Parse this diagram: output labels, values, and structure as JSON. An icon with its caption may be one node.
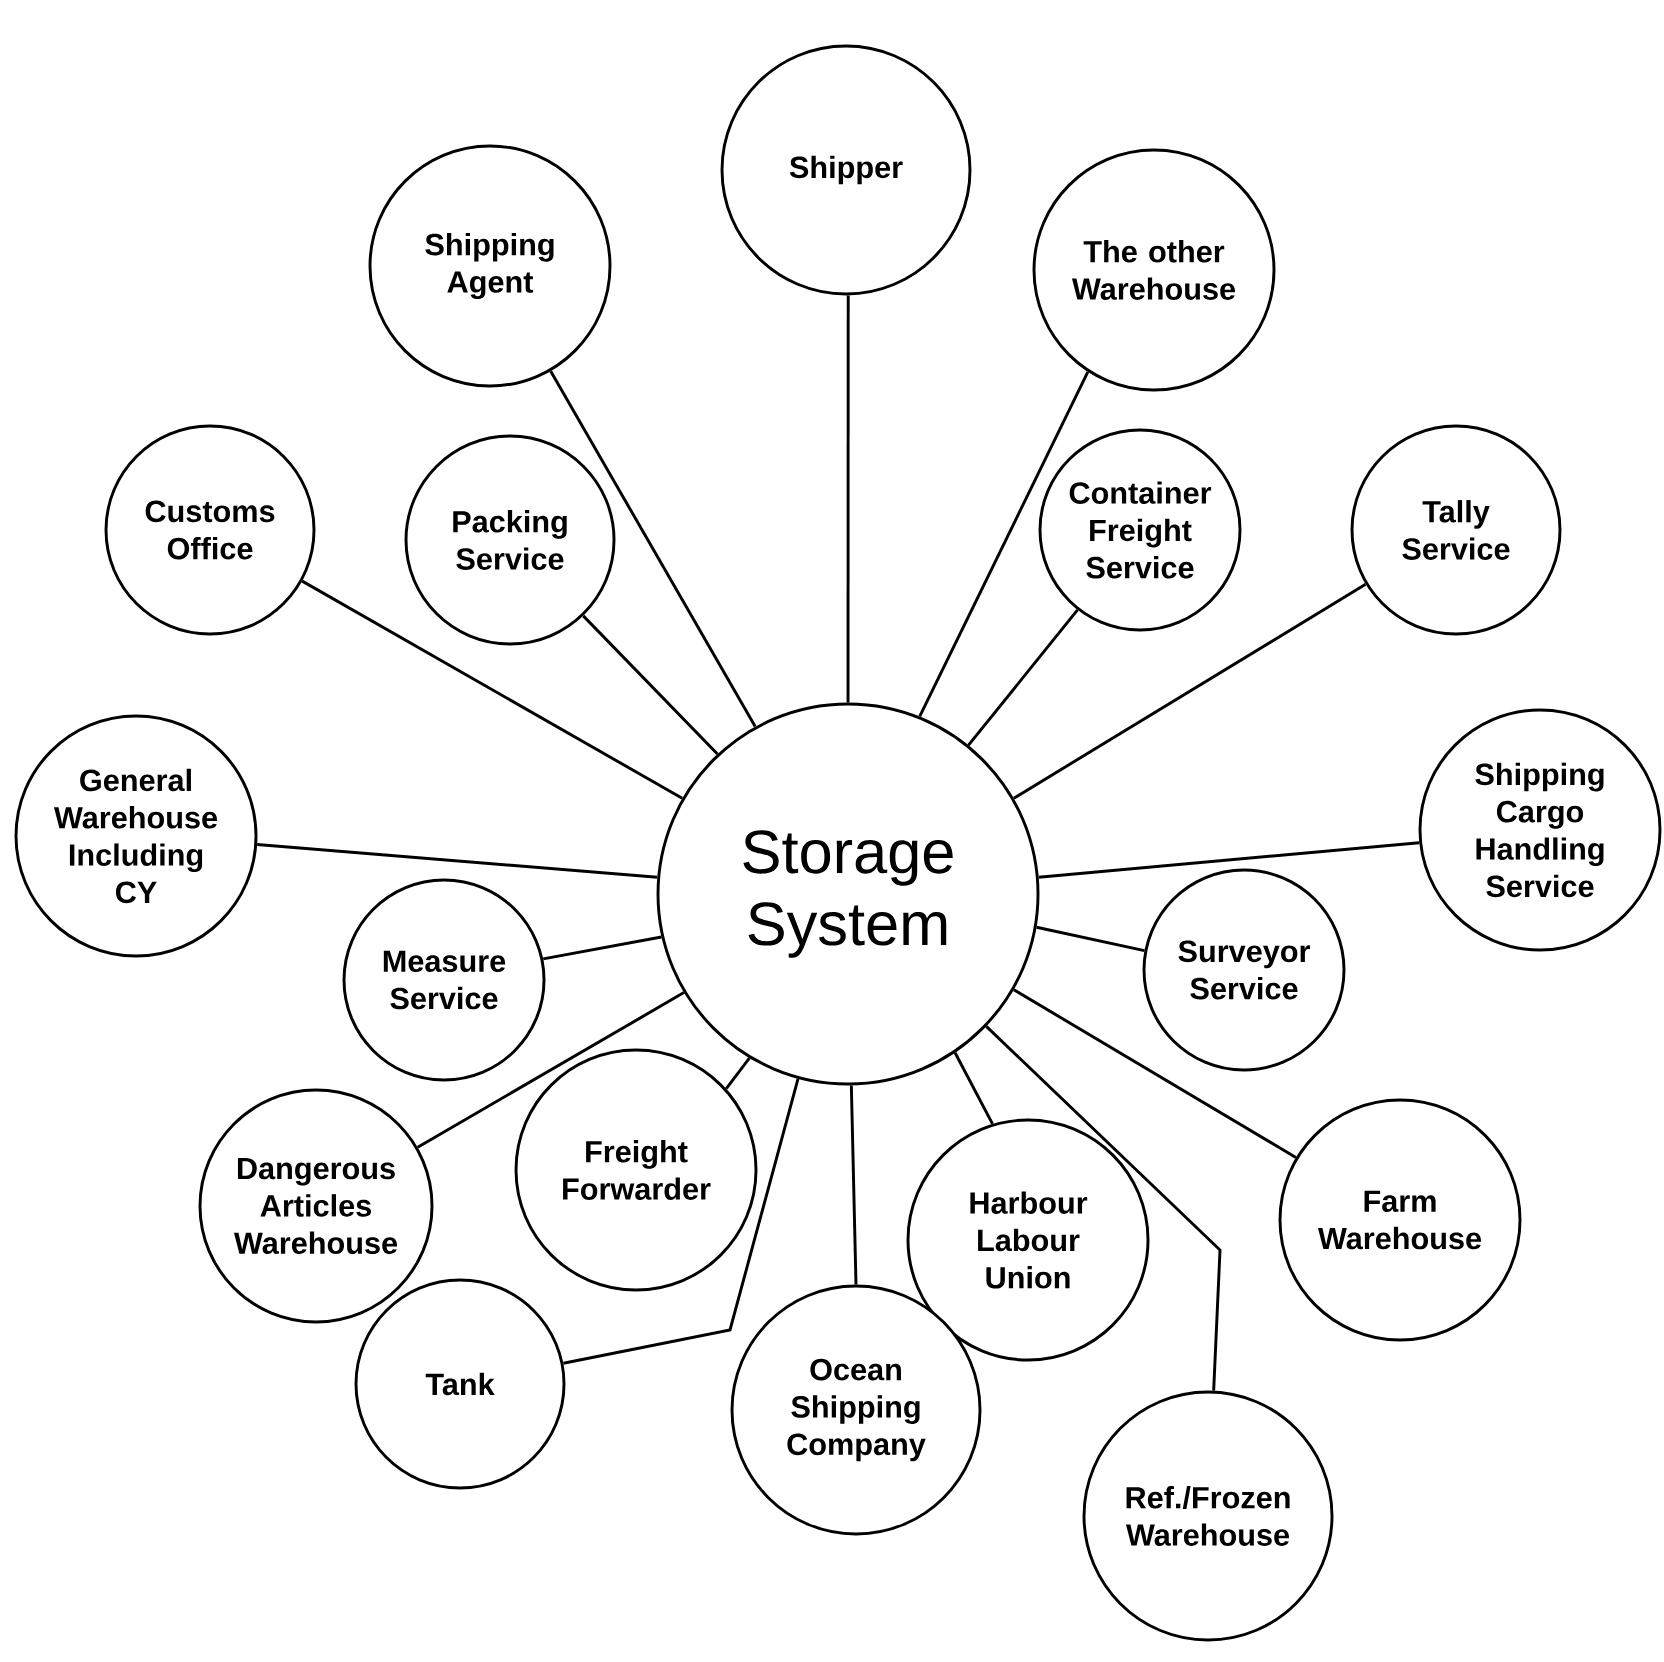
{
  "diagram": {
    "nodes": [
      {
        "text": [
          "Storage System"
        ]
      },
      {
        "text": [
          "Shipper"
        ]
      },
      {
        "text": [
          "Shipping Agent"
        ]
      },
      {
        "text": [
          "The other Warehouse"
        ]
      },
      {
        "text": [
          "Customs Office"
        ]
      },
      {
        "text": [
          "Packing Service"
        ]
      },
      {
        "text": [
          "Container Freight Service"
        ]
      },
      {
        "text": [
          "Tally Service"
        ]
      },
      {
        "text": [
          "General Warehouse Including CY"
        ]
      },
      {
        "text": [
          "Shipping Cargo Handling Service"
        ]
      },
      {
        "text": [
          "Measure Service"
        ]
      },
      {
        "text": [
          "Surveyor Service"
        ]
      },
      {
        "text": [
          "Dangerous Articles Warehouse"
        ]
      },
      {
        "text": [
          "Freight Forwarder"
        ]
      },
      {
        "text": [
          "Harbour Labour Union"
        ]
      },
      {
        "text": [
          "Farm Warehouse"
        ]
      },
      {
        "text": [
          "Tank"
        ]
      },
      {
        "text": [
          "Ocean Shipping Company"
        ]
      },
      {
        "text": [
          "Ref./Frozen Warehouse"
        ]
      }
    ],
    "edges": [
      {
        "from": 0,
        "to": 1,
        "arrow": "none"
      },
      {
        "from": 0,
        "to": 2,
        "arrow": "none"
      },
      {
        "from": 0,
        "to": 3,
        "arrow": "none"
      },
      {
        "from": 0,
        "to": 4,
        "arrow": "none"
      },
      {
        "from": 0,
        "to": 5,
        "arrow": "none"
      },
      {
        "from": 0,
        "to": 6,
        "arrow": "none"
      },
      {
        "from": 0,
        "to": 7,
        "arrow": "none"
      },
      {
        "from": 0,
        "to": 8,
        "arrow": "none"
      },
      {
        "from": 0,
        "to": 9,
        "arrow": "none"
      },
      {
        "from": 0,
        "to": 10,
        "arrow": "none"
      },
      {
        "from": 0,
        "to": 11,
        "arrow": "none"
      },
      {
        "from": 0,
        "to": 12,
        "arrow": "none"
      },
      {
        "from": 0,
        "to": 13,
        "arrow": "none"
      },
      {
        "from": 0,
        "to": 14,
        "arrow": "none"
      },
      {
        "from": 0,
        "to": 15,
        "arrow": "none"
      },
      {
        "from": 0,
        "to": 16,
        "arrow": "none"
      },
      {
        "from": 0,
        "to": 17,
        "arrow": "none"
      },
      {
        "from": 0,
        "to": 18,
        "arrow": "none"
      }
    ]
  }
}
